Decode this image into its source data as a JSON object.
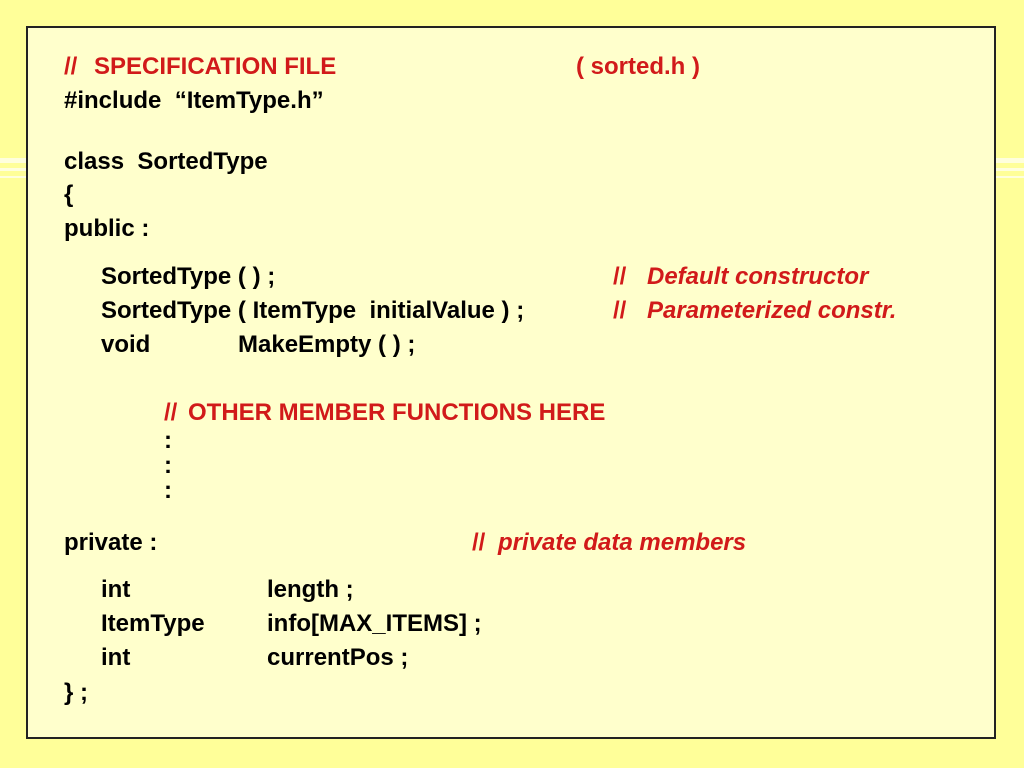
{
  "header": {
    "comment_slashes": "//",
    "spec_label": "SPECIFICATION FILE",
    "file_name": "( sorted.h )",
    "include_line": "#include  “ItemType.h”"
  },
  "class_decl": {
    "class_line": "class  SortedType",
    "open_brace": "{",
    "public_label": "public :",
    "close": "} ;"
  },
  "public_members": [
    {
      "code": "SortedType ( ) ;",
      "comment_slashes": "//",
      "comment_text": "Default constructor"
    },
    {
      "code": "SortedType ( ItemType  initialValue ) ;",
      "comment_slashes": "//",
      "comment_text": "Parameterized constr."
    },
    {
      "type": "void",
      "name": "MakeEmpty ( ) ;"
    }
  ],
  "other_members": {
    "comment_slashes": "//",
    "comment_text": "OTHER MEMBER FUNCTIONS HERE",
    "dots": [
      ":",
      ":",
      ":"
    ]
  },
  "private_section": {
    "label": "private :",
    "comment_slashes": "//",
    "comment_text": "private data members"
  },
  "private_members": [
    {
      "type": "int",
      "name": "length ;"
    },
    {
      "type": "ItemType",
      "name": "info[MAX_ITEMS] ;"
    },
    {
      "type": "int",
      "name": "currentPos ;"
    }
  ],
  "colors": {
    "background": "#ffff99",
    "panel": "#ffffcc",
    "comment_red": "#d11a1a",
    "text": "#000000"
  }
}
